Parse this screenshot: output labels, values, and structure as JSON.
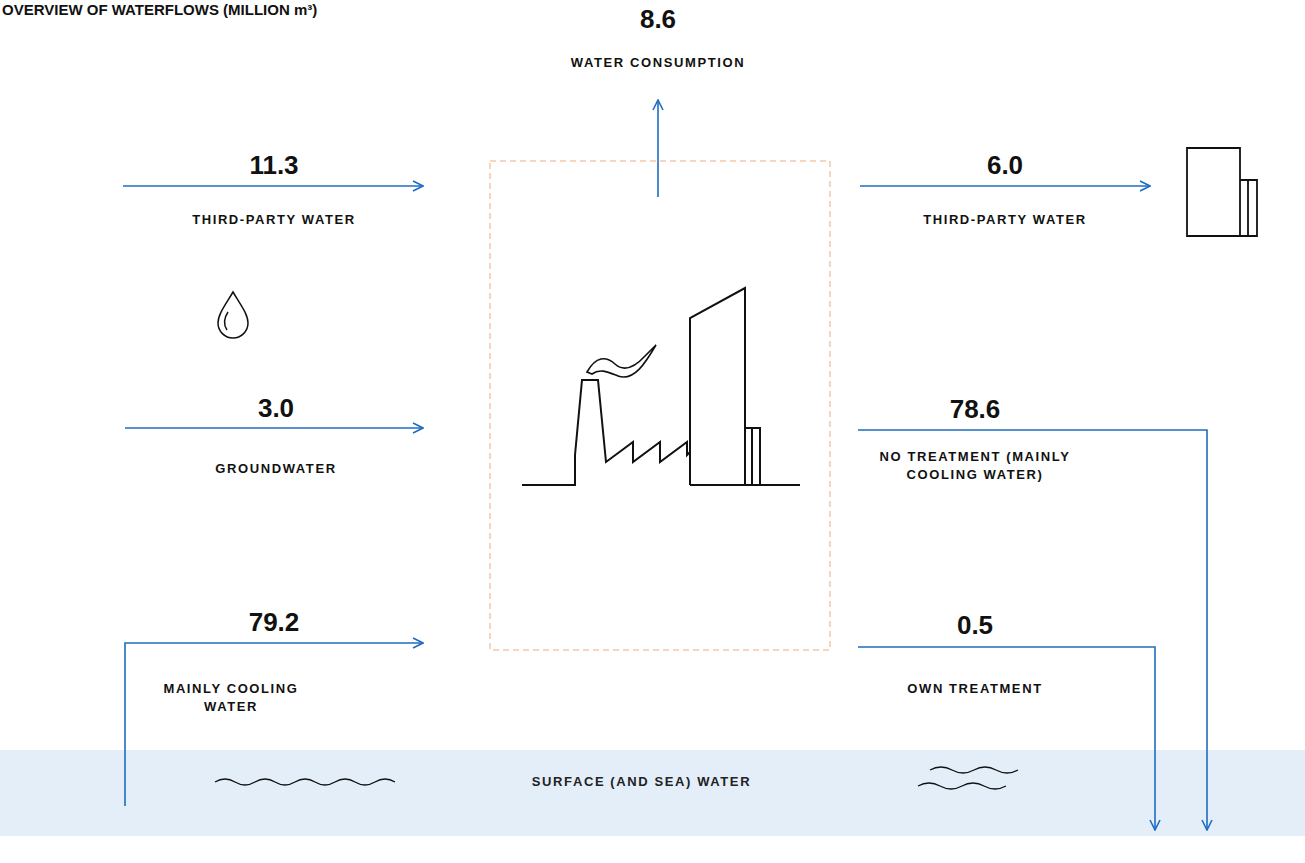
{
  "diagram": {
    "nodes": [
      {
        "text": [
          "SURFACE (AND SEA) WATER"
        ]
      }
    ],
    "labels": [
      "OVERVIEW OF WATERFLOWS (MILLION m³)",
      "8.6",
      "WATER CONSUMPTION",
      "11.3",
      "THIRD-PARTY WATER",
      "3.0",
      "GROUNDWATER",
      "79.2",
      "MAINLY COOLING WATER",
      "6.0",
      "THIRD-PARTY WATER",
      "78.6",
      "NO TREATMENT (MAINLY COOLING WATER)",
      "0.5",
      "OWN TREATMENT"
    ]
  }
}
